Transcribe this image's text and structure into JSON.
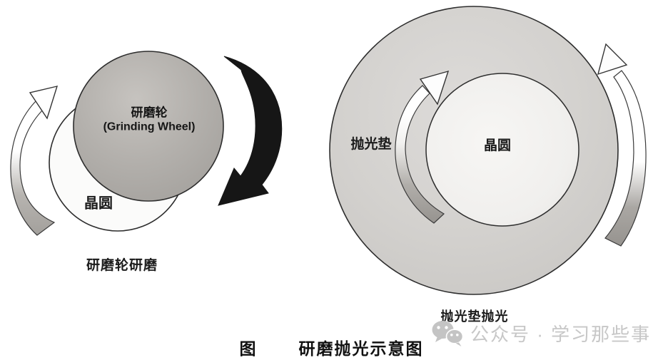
{
  "page": {
    "background": "#ffffff",
    "type": "schematic-diagram"
  },
  "left_diagram": {
    "wheel_label_cn": "研磨轮",
    "wheel_label_en": "(Grinding Wheel)",
    "wafer_label": "晶圆",
    "caption": "研磨轮研磨",
    "wheel_fill": "#b2afab",
    "wafer_fill": "#fbfbfa",
    "rotation_arrow_dark": "#161616",
    "rotation_arrow_gray_tail": "#a5a29e"
  },
  "right_diagram": {
    "pad_label": "抛光垫",
    "wafer_label": "晶圆",
    "caption": "抛光垫抛光",
    "pad_fill": "#d2d0cd",
    "wafer_fill": "#f0efed",
    "rotation_arrow_gray_tail": "#9a9793"
  },
  "figure_caption": {
    "prefix": "图",
    "title": "研磨抛光示意图"
  },
  "watermark": {
    "icon": "wechat-icon",
    "text": "公众号 · 学习那些事",
    "color": "#c7c7c7"
  },
  "icons": {
    "wechat-icon": "two overlapping chat bubbles with white dot eyes",
    "rotation-arrow": "curved crescent arrow indicating rotation direction"
  }
}
